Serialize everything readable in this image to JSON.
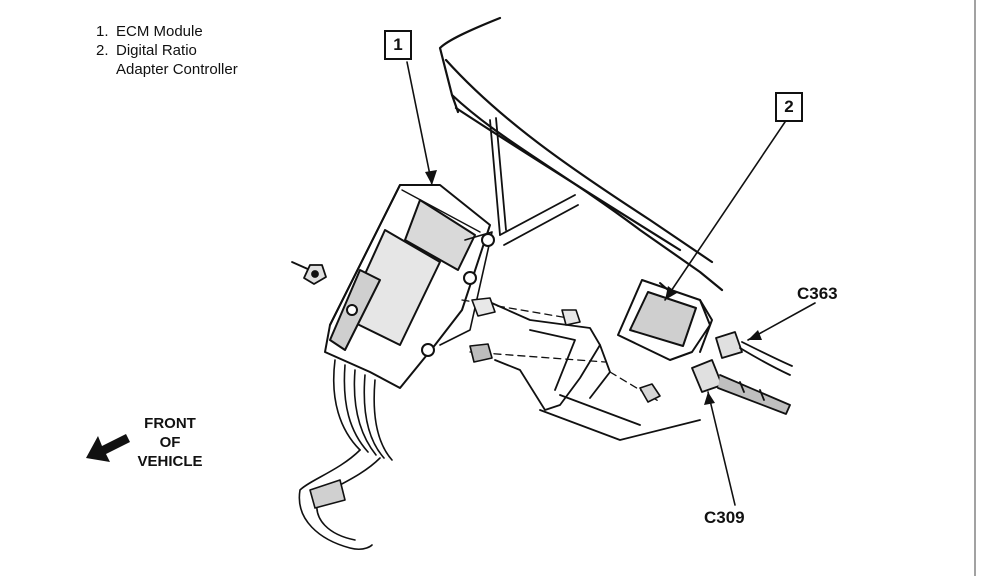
{
  "legend": [
    {
      "number": "1.",
      "text": "ECM Module"
    },
    {
      "number": "2.",
      "text": "Digital Ratio",
      "continuation": "Adapter Controller"
    }
  ],
  "callouts": [
    {
      "id": "1"
    },
    {
      "id": "2"
    }
  ],
  "connectors": {
    "c363": "C363",
    "c309": "C309"
  },
  "orientation": {
    "line1": "FRONT",
    "line2": "OF",
    "line3": "VEHICLE"
  }
}
